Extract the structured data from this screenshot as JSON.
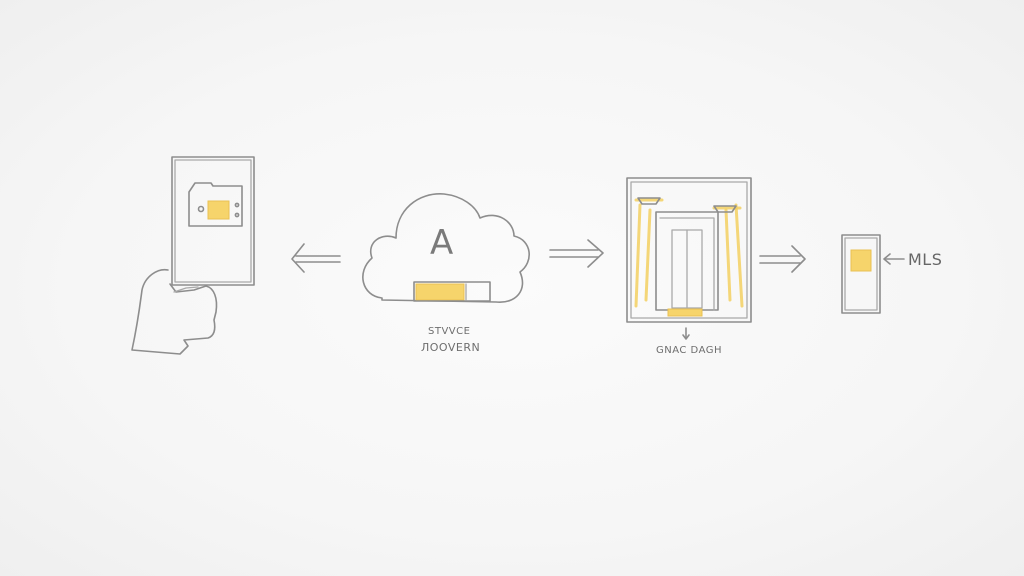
{
  "diagram": {
    "nodes": {
      "phone": {
        "icon": "phone-with-camera-icon"
      },
      "cloud": {
        "letter": "A",
        "caption_line1": "STVVCE",
        "caption_line2": "ЛOOVERN"
      },
      "building": {
        "caption": "GNAC DAGH"
      },
      "device": {
        "tag": "MLS"
      }
    },
    "colors": {
      "ink": "#8d8d8d",
      "highlight": "#f6d46b",
      "background": "#f7f7f7"
    }
  }
}
